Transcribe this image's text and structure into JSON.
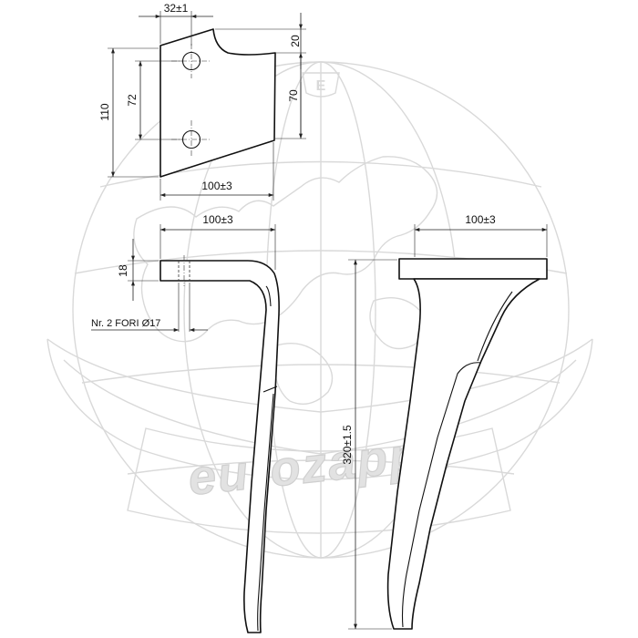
{
  "watermark": {
    "brand_text": "eurozappa",
    "logo_letter": "E",
    "color": "#d9d9d9"
  },
  "drawing": {
    "line_color": "#111111",
    "background": "#ffffff"
  },
  "dimensions": {
    "top_hole_offset": "32±1",
    "top_notch_height": "20",
    "plate_height_total": "110",
    "hole_spacing": "72",
    "lower_height": "70",
    "plate_width": "100±3",
    "side_width": "100±3",
    "thickness": "18",
    "holes_note": "Nr. 2 FORI Ø17",
    "front_width": "100±3",
    "blade_length": "320±1.5"
  }
}
